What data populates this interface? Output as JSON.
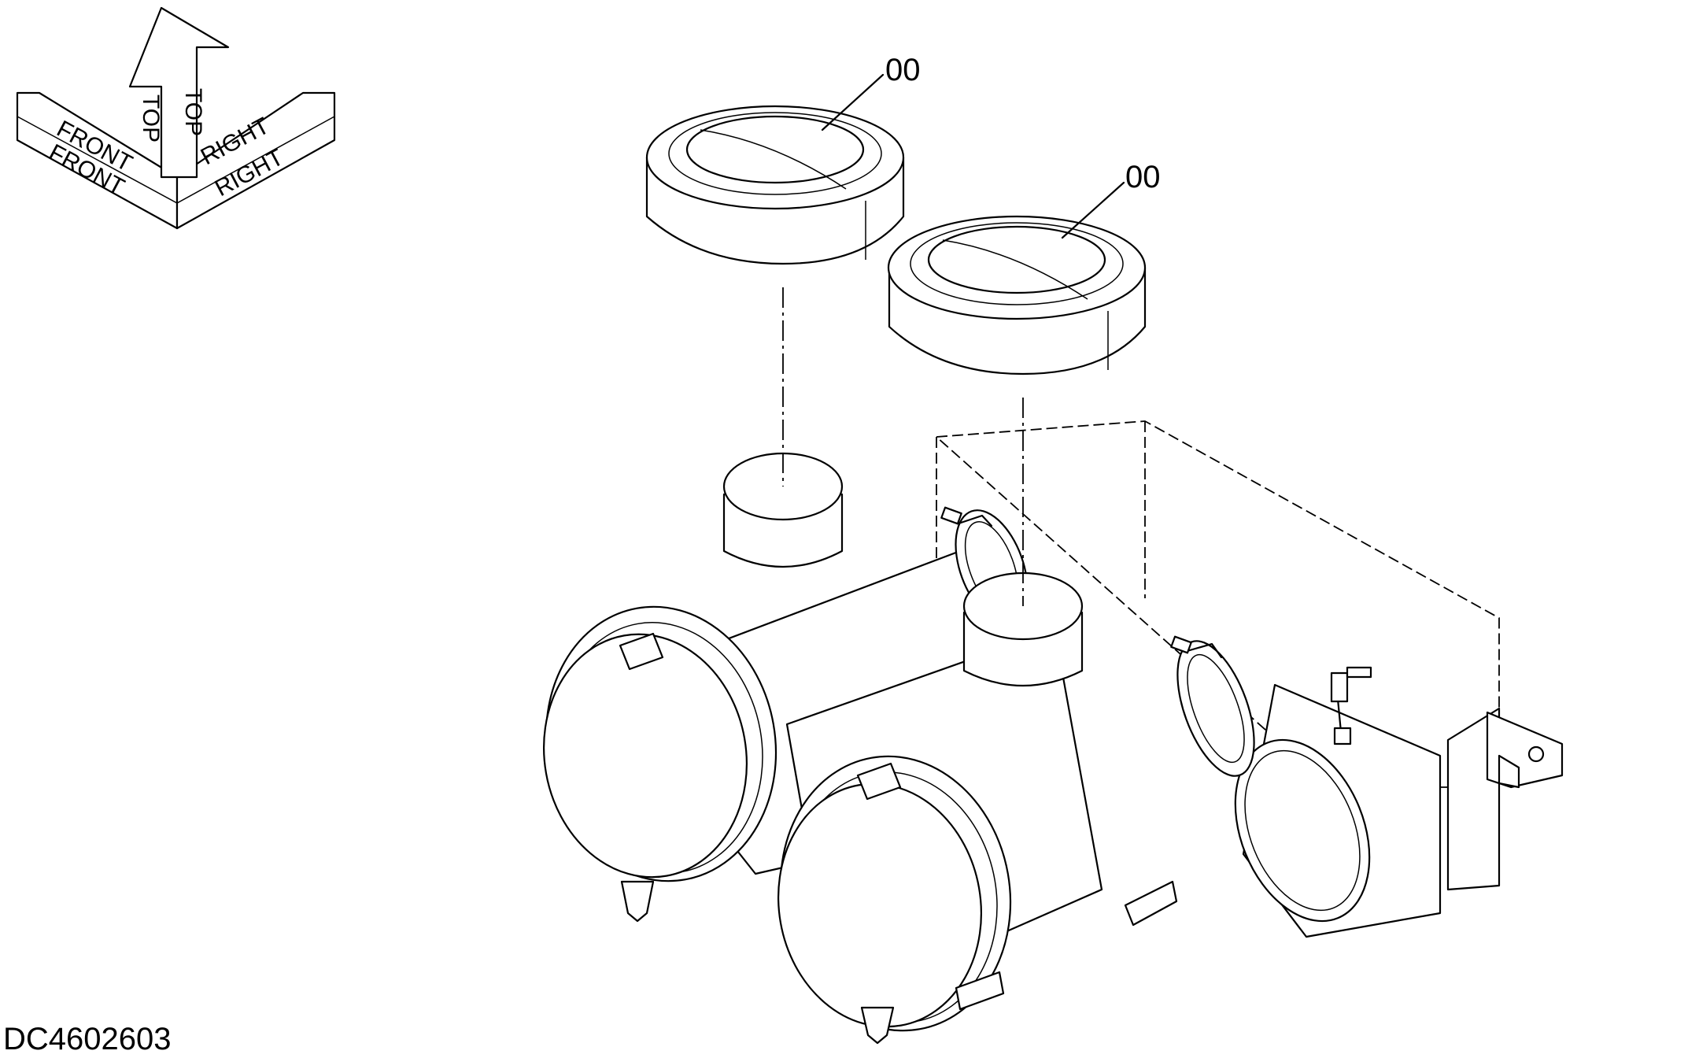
{
  "orientation": {
    "front": "FRONT",
    "top": "TOP",
    "right": "RIGHT"
  },
  "callouts": {
    "cap_left": "00",
    "cap_right": "00"
  },
  "drawing_code": "DC4602603",
  "colors": {
    "line": "#000000",
    "background": "#ffffff"
  }
}
